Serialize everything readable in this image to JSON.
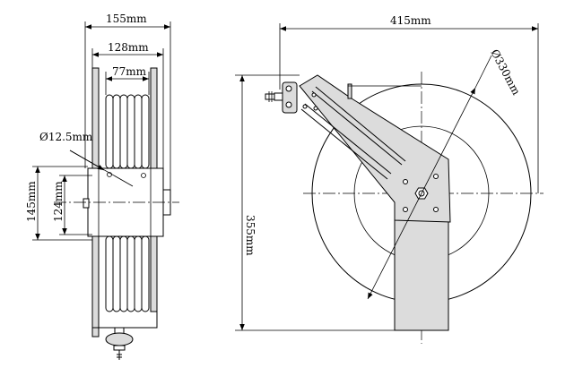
{
  "side_view": {
    "dimensions": {
      "overall_width": "155mm",
      "drum_width": "128mm",
      "hose_width": "77mm",
      "hose_diameter": "Ø12.5mm",
      "bracket_height": "145mm",
      "mount_spacing": "124mm"
    }
  },
  "front_view": {
    "dimensions": {
      "overall_width": "415mm",
      "reel_diameter": "Ø330mm",
      "overall_height": "355mm"
    }
  }
}
